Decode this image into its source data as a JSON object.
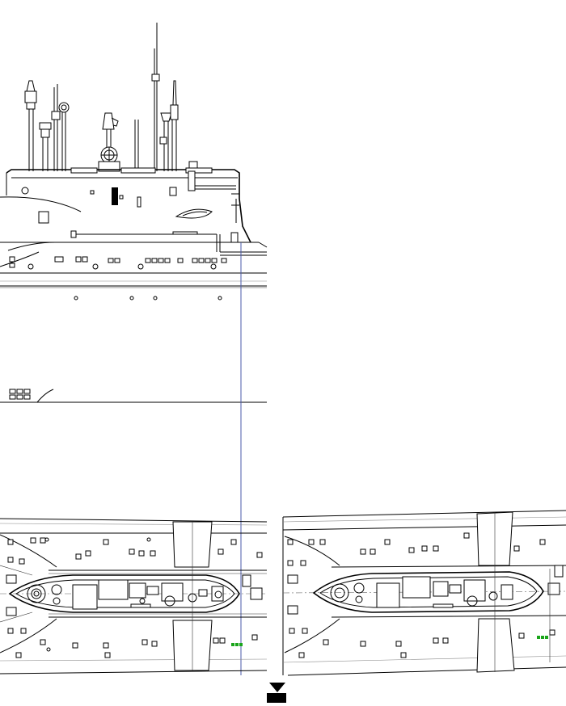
{
  "drawing": {
    "views": [
      "side-elevation",
      "plan-view-left",
      "plan-view-right"
    ],
    "colors": {
      "line": "#000000",
      "reference_line": "#4a5aa8",
      "marker_green": "#1aa51a",
      "background": "#ffffff"
    },
    "icons": [
      "section-arrow-icon"
    ]
  }
}
